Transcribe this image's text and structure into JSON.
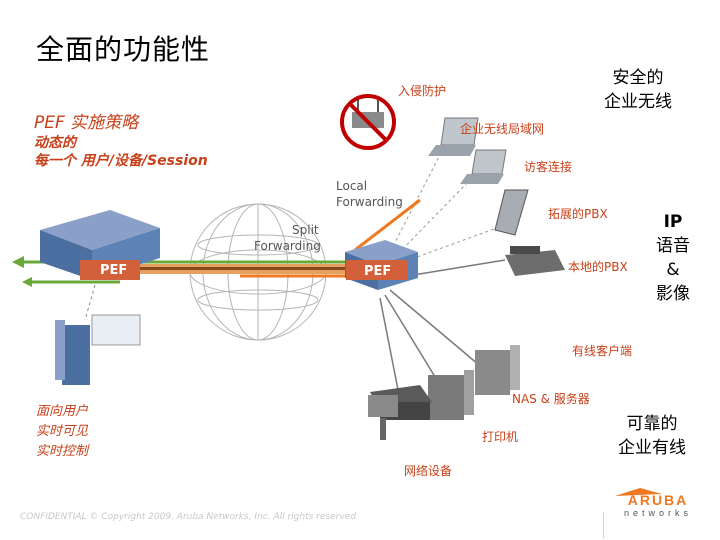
{
  "title": "全面的功能性",
  "strategy": {
    "heading": "PEF 实施策略",
    "line1": "动态的",
    "line2": "每一个 用户/设备/Session"
  },
  "labels": {
    "intrusion": "入侵防护",
    "secure_wireless": [
      "安全的",
      "企业无线"
    ],
    "enterprise_wlan": "企业无线局域网",
    "guest": "访客连接",
    "local_forwarding": [
      "Local",
      "Forwarding"
    ],
    "split_forwarding": [
      "Split",
      "Forwarding"
    ],
    "extended_pbx": "拓展的PBX",
    "local_pbx": "本地的PBX",
    "ip_voice": [
      "IP",
      "语音",
      "&",
      "影像"
    ],
    "wired_clients": "有线客户端",
    "nas_servers": "NAS & 服务器",
    "printer": "打印机",
    "network_devices": "网络设备",
    "reliable_wired": [
      "可靠的",
      "企业有线"
    ],
    "user_facing": [
      "面向用户",
      "实时可见",
      "实时控制"
    ],
    "pef_left": "PEF",
    "pef_right": "PEF"
  },
  "footer": "CONFIDENTIAL © Copyright 2009. Aruba Networks, Inc. All rights reserved",
  "logo": {
    "brand": "ARUBA",
    "sub": "networks"
  },
  "colors": {
    "accent": "#c8401a",
    "orange": "#f07820",
    "green": "#6aa83a",
    "device": "#4a6fa0"
  }
}
